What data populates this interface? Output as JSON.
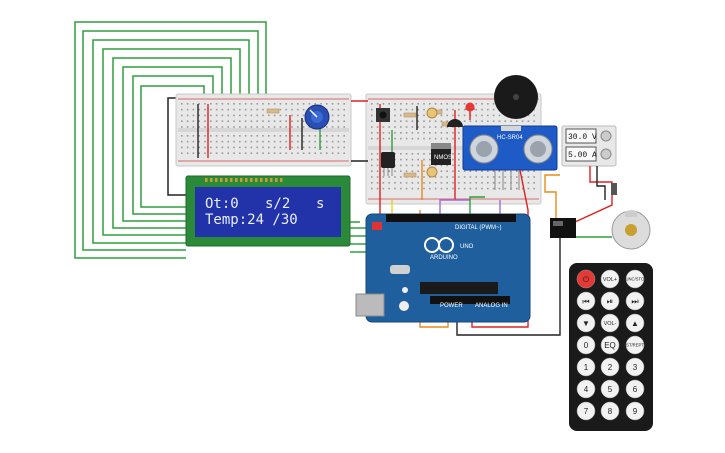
{
  "lcd": {
    "line1_a": "Ot:0",
    "line1_b": "s/2",
    "line1_c": "s",
    "line2": "Temp:24 /30"
  },
  "sensor": {
    "label": "HC-SR04"
  },
  "mosfet": {
    "label": "NMOS"
  },
  "arduino": {
    "logo": "UNO",
    "brand": "ARDUINO",
    "digital": "DIGITAL (PWM~)",
    "power": "POWER",
    "analog": "ANALOG IN"
  },
  "psu": {
    "voltage": "30.0 V",
    "current": "5.00 A"
  },
  "remote": {
    "keys": [
      {
        "id": "power",
        "label": "⏻",
        "color": "#e53935"
      },
      {
        "id": "vol-plus",
        "label": "VOL+"
      },
      {
        "id": "func-stop",
        "label": "FUNC/STOP"
      },
      {
        "id": "prev",
        "label": "⏮"
      },
      {
        "id": "play-pause",
        "label": "⏯"
      },
      {
        "id": "next",
        "label": "⏭"
      },
      {
        "id": "down",
        "label": "▼"
      },
      {
        "id": "vol-minus",
        "label": "VOL-"
      },
      {
        "id": "up",
        "label": "▲"
      },
      {
        "id": "0",
        "label": "0"
      },
      {
        "id": "eq",
        "label": "EQ"
      },
      {
        "id": "st-rept",
        "label": "ST/REPT"
      },
      {
        "id": "1",
        "label": "1"
      },
      {
        "id": "2",
        "label": "2"
      },
      {
        "id": "3",
        "label": "3"
      },
      {
        "id": "4",
        "label": "4"
      },
      {
        "id": "5",
        "label": "5"
      },
      {
        "id": "6",
        "label": "6"
      },
      {
        "id": "7",
        "label": "7"
      },
      {
        "id": "8",
        "label": "8"
      },
      {
        "id": "9",
        "label": "9"
      }
    ]
  },
  "colors": {
    "wire_green": "#2e9e3e",
    "wire_red": "#e02020",
    "wire_black": "#222222",
    "wire_orange": "#e88b1a",
    "wire_yellow": "#e8d21a",
    "arduino_blue": "#1f5f9e",
    "lcd_screen": "#2233aa",
    "lcd_board": "#2a8a3a",
    "breadboard": "#e8e8e8"
  }
}
